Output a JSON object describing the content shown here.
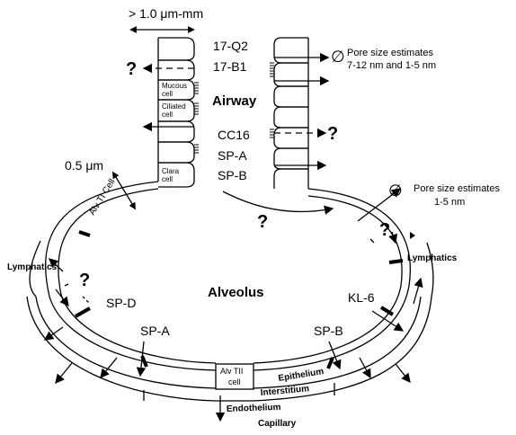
{
  "scale_label": "> 1.0 μm-mm",
  "airway": {
    "label": "Airway",
    "markers_top": [
      "17-Q2",
      "17-B1"
    ],
    "cc16": "CC16",
    "spa_left": "SP-A",
    "spb_left": "SP-B",
    "cells": {
      "mucous": [
        "Mucous",
        "cell"
      ],
      "ciliated": [
        "Ciliated",
        "cell"
      ],
      "clara": [
        "Clara",
        "cell"
      ]
    },
    "pore_upper": [
      "Pore size estimates",
      "7-12 nm and 1-5 nm"
    ]
  },
  "alveolus": {
    "label": "Alveolus",
    "alv_ti": "Alv TI Cell",
    "alv_tii": [
      "Alv TII",
      "cell"
    ],
    "micron": "0.5 μm",
    "pore_lower": [
      "Pore size estimates",
      "1-5 nm"
    ],
    "lymphatics_left": "Lymphatics",
    "lymphatics_right": "Lymphatics",
    "spd": "SP-D",
    "spa": "SP-A",
    "spb": "SP-B",
    "kl6": "KL-6",
    "layers": {
      "epithelium": "Epithelium",
      "interstitium": "Interstitium",
      "endothelium": "Endothelium",
      "capillary": "Capillary"
    }
  },
  "question_mark": "?",
  "null_symbol": "∅"
}
